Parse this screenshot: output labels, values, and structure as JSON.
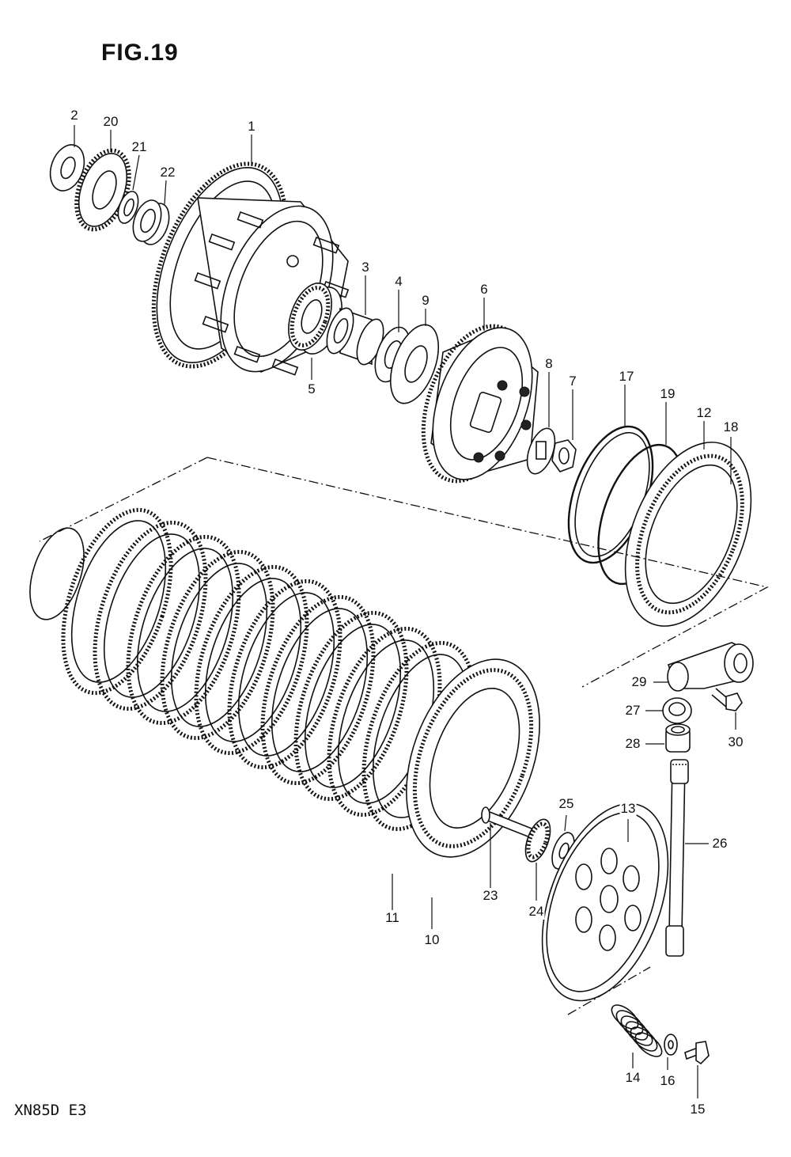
{
  "figure": {
    "title": "FIG.19",
    "model_code": "XN85D E3"
  },
  "callouts": [
    {
      "id": "1",
      "label": "1"
    },
    {
      "id": "2",
      "label": "2"
    },
    {
      "id": "3",
      "label": "3"
    },
    {
      "id": "4",
      "label": "4"
    },
    {
      "id": "5",
      "label": "5"
    },
    {
      "id": "6",
      "label": "6"
    },
    {
      "id": "7",
      "label": "7"
    },
    {
      "id": "8",
      "label": "8"
    },
    {
      "id": "9",
      "label": "9"
    },
    {
      "id": "10",
      "label": "10"
    },
    {
      "id": "11",
      "label": "11"
    },
    {
      "id": "12",
      "label": "12"
    },
    {
      "id": "13",
      "label": "13"
    },
    {
      "id": "14",
      "label": "14"
    },
    {
      "id": "15",
      "label": "15"
    },
    {
      "id": "16",
      "label": "16"
    },
    {
      "id": "17",
      "label": "17"
    },
    {
      "id": "18",
      "label": "18"
    },
    {
      "id": "19",
      "label": "19"
    },
    {
      "id": "20",
      "label": "20"
    },
    {
      "id": "21",
      "label": "21"
    },
    {
      "id": "22",
      "label": "22"
    },
    {
      "id": "23",
      "label": "23"
    },
    {
      "id": "24",
      "label": "24"
    },
    {
      "id": "25",
      "label": "25"
    },
    {
      "id": "26",
      "label": "26"
    },
    {
      "id": "27",
      "label": "27"
    },
    {
      "id": "28",
      "label": "28"
    },
    {
      "id": "29",
      "label": "29"
    },
    {
      "id": "30",
      "label": "30"
    }
  ]
}
